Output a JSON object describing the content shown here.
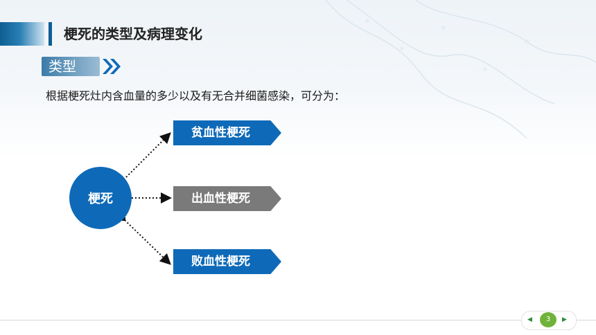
{
  "slide": {
    "title": "梗死的类型及病理变化",
    "section_tag": "类型",
    "intro": "根据梗死灶内含血量的多少以及有无合并细菌感染，可分为：",
    "center_node": "梗死",
    "types": [
      {
        "label": "贫血性梗死",
        "color": "#0e6ab8"
      },
      {
        "label": "出血性梗死",
        "color": "#7a7a7a"
      },
      {
        "label": "败血性梗死",
        "color": "#0e6ab8"
      }
    ],
    "page_number": "3"
  },
  "colors": {
    "primary_blue": "#0e6ab8",
    "gray": "#7a7a7a",
    "accent_green": "#6fb33a"
  },
  "icons": {
    "section_arrows": "double-chevron-right-icon",
    "prev": "triangle-left-icon",
    "next": "triangle-right-icon"
  }
}
